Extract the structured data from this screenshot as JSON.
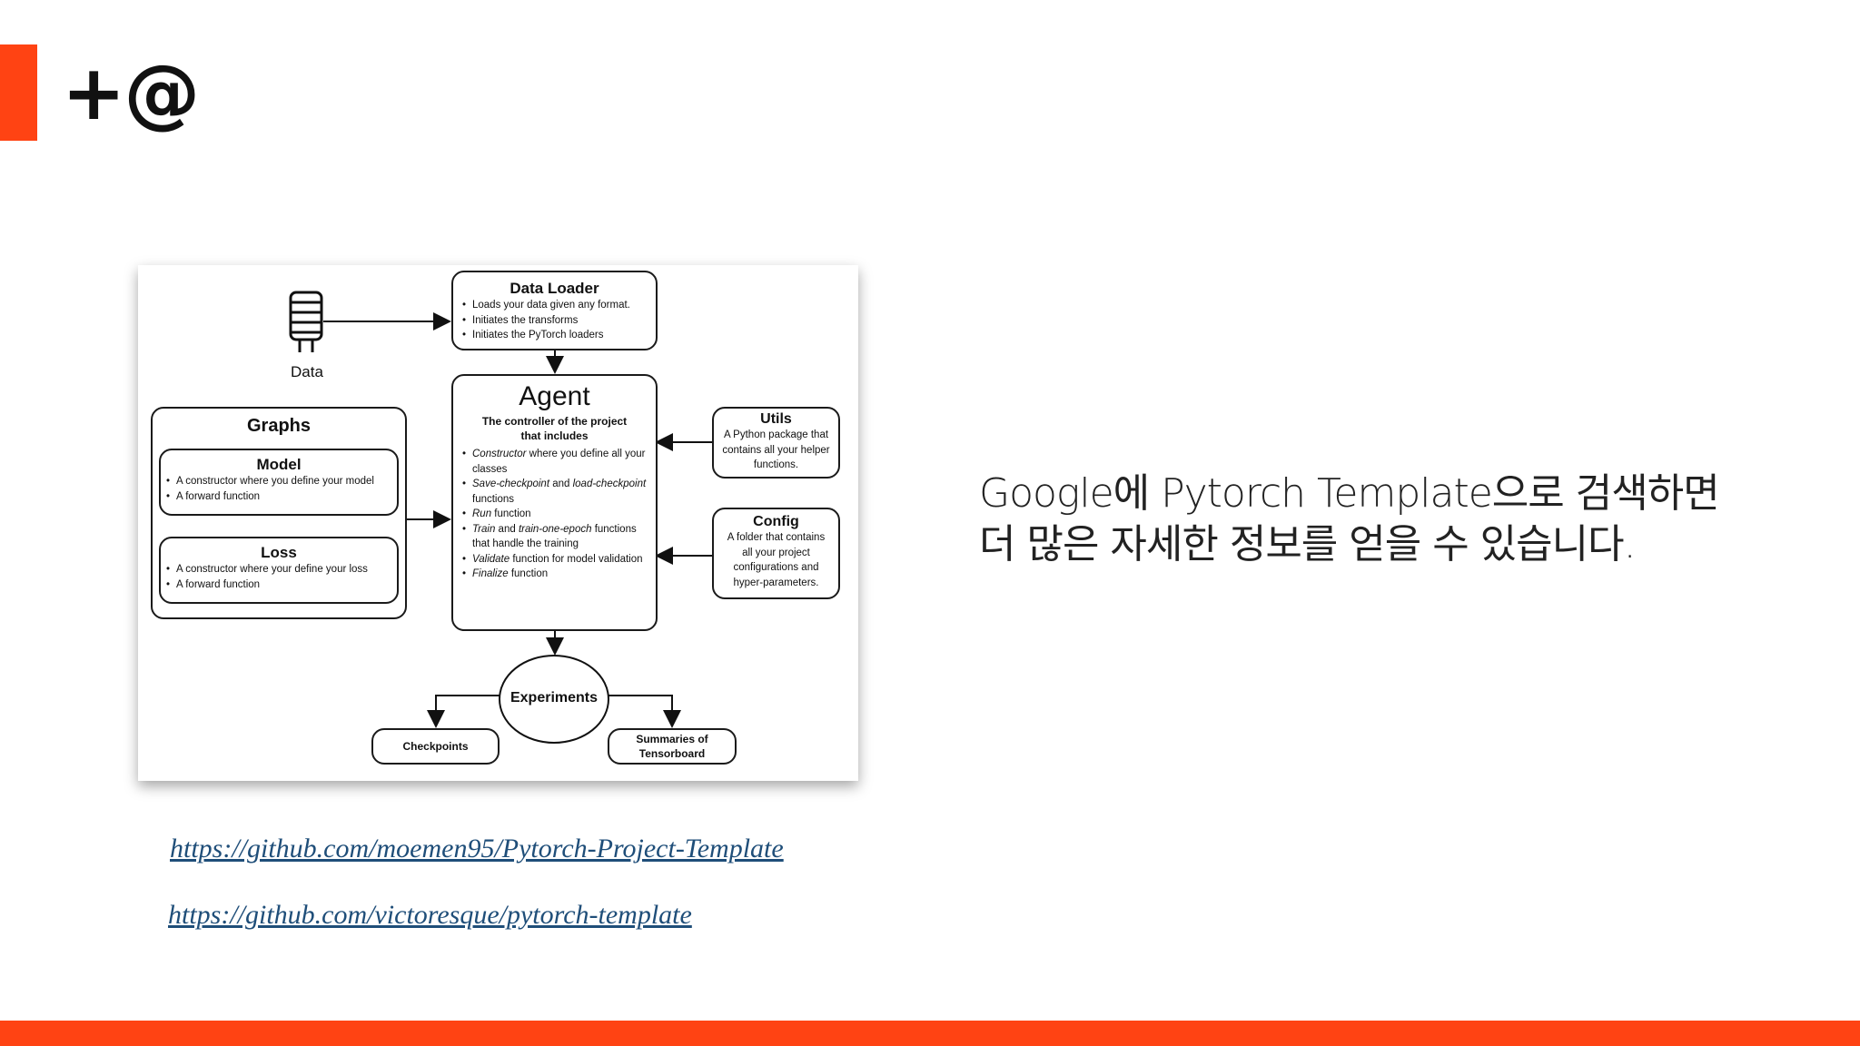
{
  "brand": {
    "logo_text": "+@",
    "accent_color": "#ff4313"
  },
  "diagram": {
    "data_label": "Data",
    "data_loader": {
      "title": "Data Loader",
      "items": [
        "Loads your data given any format.",
        "Initiates the transforms",
        "Initiates the PyTorch loaders"
      ]
    },
    "agent": {
      "title": "Agent",
      "subtitle": "The controller of the project that includes",
      "items": [
        {
          "em": "Constructor",
          "text": " where you define all your classes"
        },
        {
          "em": "Save-checkpoint",
          "mid": " and ",
          "em2": "load-checkpoint",
          "text": " functions"
        },
        {
          "em": "Run",
          "text": " function"
        },
        {
          "em": "Train",
          "mid": " and ",
          "em2": "train-one-epoch",
          "text": " functions that handle the training"
        },
        {
          "em": "Validate",
          "text": " function for model validation"
        },
        {
          "em": "Finalize",
          "text": " function"
        }
      ]
    },
    "graphs": {
      "title": "Graphs",
      "model": {
        "title": "Model",
        "items": [
          "A constructor where you define your model",
          "A forward function"
        ]
      },
      "loss": {
        "title": "Loss",
        "items": [
          "A constructor where your define your loss",
          "A forward function"
        ]
      }
    },
    "utils": {
      "title": "Utils",
      "desc": "A Python package that contains all your helper functions."
    },
    "config": {
      "title": "Config",
      "desc": "A folder that contains all your project configurations and hyper-parameters."
    },
    "experiments": {
      "title": "Experiments"
    },
    "checkpoints": {
      "label": "Checkpoints"
    },
    "summaries": {
      "label": "Summaries of Tensorboard"
    }
  },
  "headline": {
    "line1": "Google에 Pytorch Template으로 검색하면",
    "line2": "더 많은 자세한 정보를 얻을 수 있습니다."
  },
  "links": [
    "https://github.com/moemen95/Pytorch-Project-Template",
    "https://github.com/victoresque/pytorch-template"
  ],
  "link_color": "#1f4e79"
}
